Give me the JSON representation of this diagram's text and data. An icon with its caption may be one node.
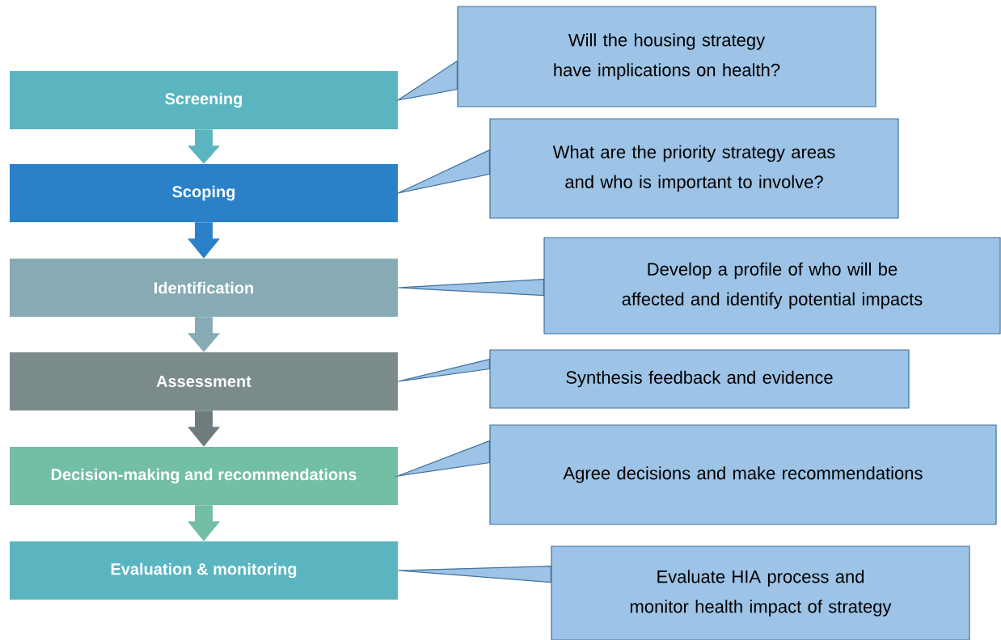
{
  "diagram": {
    "nodes": [
      {
        "text": [
          "Screening"
        ]
      },
      {
        "text": [
          "Scoping"
        ]
      },
      {
        "text": [
          "Identification"
        ]
      },
      {
        "text": [
          "Assessment"
        ]
      },
      {
        "text": [
          "Decision-making and recommendations"
        ]
      },
      {
        "text": [
          "Evaluation & monitoring"
        ]
      },
      {
        "text": [
          "Will the housing strategy have implications on health?"
        ]
      },
      {
        "text": [
          "What are the priority strategy areas and who is important to involve?"
        ]
      },
      {
        "text": [
          "Develop a profile of who will be affected and identify potential impacts"
        ]
      },
      {
        "text": [
          "Synthesis feedback and evidence"
        ]
      },
      {
        "text": [
          "Agree decisions and make recommendations"
        ]
      },
      {
        "text": [
          "Evaluate HIA process and monitor health impact of strategy"
        ]
      }
    ],
    "edges": [
      {
        "from": 0,
        "to": 1,
        "arrow": "to",
        "color": "#5ab5c0"
      },
      {
        "from": 1,
        "to": 2,
        "arrow": "to",
        "color": "#2a81c8"
      },
      {
        "from": 2,
        "to": 3,
        "arrow": "to",
        "color": "#86abb5"
      },
      {
        "from": 3,
        "to": 4,
        "arrow": "to",
        "color": "#6f7c7d"
      },
      {
        "from": 4,
        "to": 5,
        "arrow": "to",
        "color": "#72bfa3"
      },
      {
        "from": 6,
        "to": 0,
        "arrow": "to"
      },
      {
        "from": 7,
        "to": 1,
        "arrow": "to"
      },
      {
        "from": 8,
        "to": 2,
        "arrow": "to"
      },
      {
        "from": 9,
        "to": 3,
        "arrow": "to"
      },
      {
        "from": 10,
        "to": 4,
        "arrow": "to"
      },
      {
        "from": 11,
        "to": 5,
        "arrow": "to"
      }
    ]
  }
}
